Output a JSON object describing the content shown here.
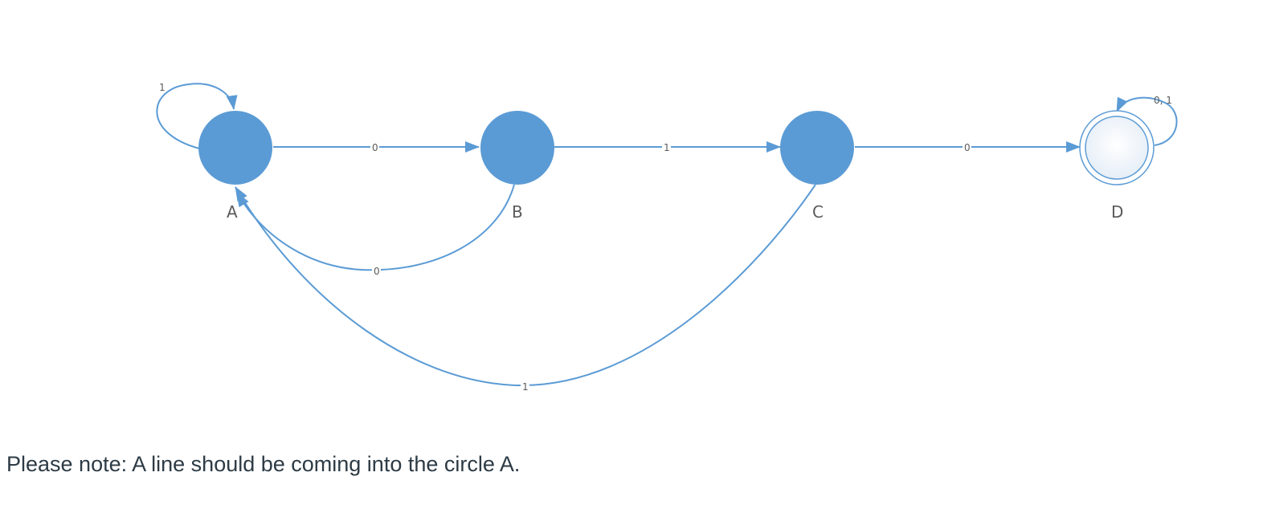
{
  "diagram": {
    "states": [
      {
        "id": "A",
        "label": "A",
        "accepting": false
      },
      {
        "id": "B",
        "label": "B",
        "accepting": false
      },
      {
        "id": "C",
        "label": "C",
        "accepting": false
      },
      {
        "id": "D",
        "label": "D",
        "accepting": true
      }
    ],
    "transitions": [
      {
        "from": "A",
        "to": "A",
        "label": "1"
      },
      {
        "from": "A",
        "to": "B",
        "label": "0"
      },
      {
        "from": "B",
        "to": "C",
        "label": "1"
      },
      {
        "from": "C",
        "to": "D",
        "label": "0"
      },
      {
        "from": "B",
        "to": "A",
        "label": "0"
      },
      {
        "from": "C",
        "to": "A",
        "label": "1"
      },
      {
        "from": "D",
        "to": "D",
        "label": "0, 1"
      }
    ],
    "colors": {
      "state": "#5b9bd5",
      "edge": "#5b9bd5",
      "text": "#5a5a5a"
    }
  },
  "note": {
    "text": "Please note: A line should be coming into the circle A."
  }
}
